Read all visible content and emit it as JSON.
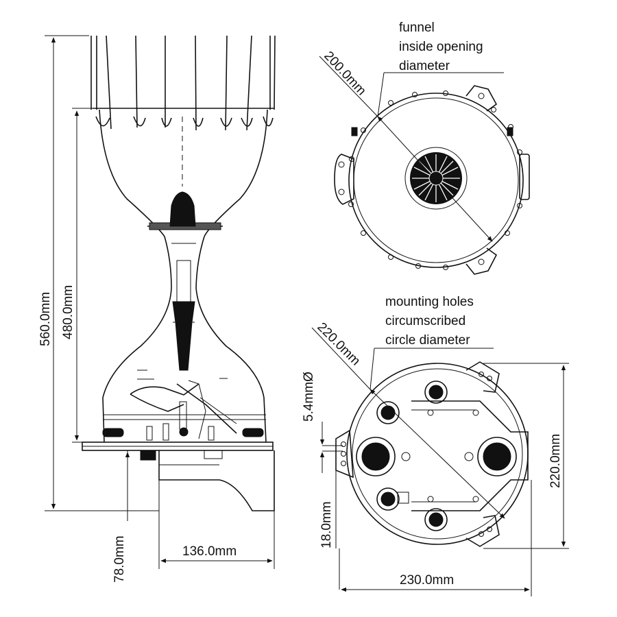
{
  "labels": {
    "funnel_1": "funnel",
    "funnel_2": "inside opening",
    "funnel_3": "diameter",
    "funnel_dim": "200.0mm",
    "mount_1": "mounting holes",
    "mount_2": "circumscribed",
    "mount_3": "circle diameter",
    "mount_dim": "220.0mm",
    "hole_dim": "5.4mmØ",
    "height_total": "560.0mm",
    "height_funnel": "480.0mm",
    "base_height": "78.0mm",
    "base_width": "136.0mm",
    "bottom_height": "220.0mm",
    "bottom_offset": "18.0mm",
    "bottom_width": "230.0mm"
  }
}
